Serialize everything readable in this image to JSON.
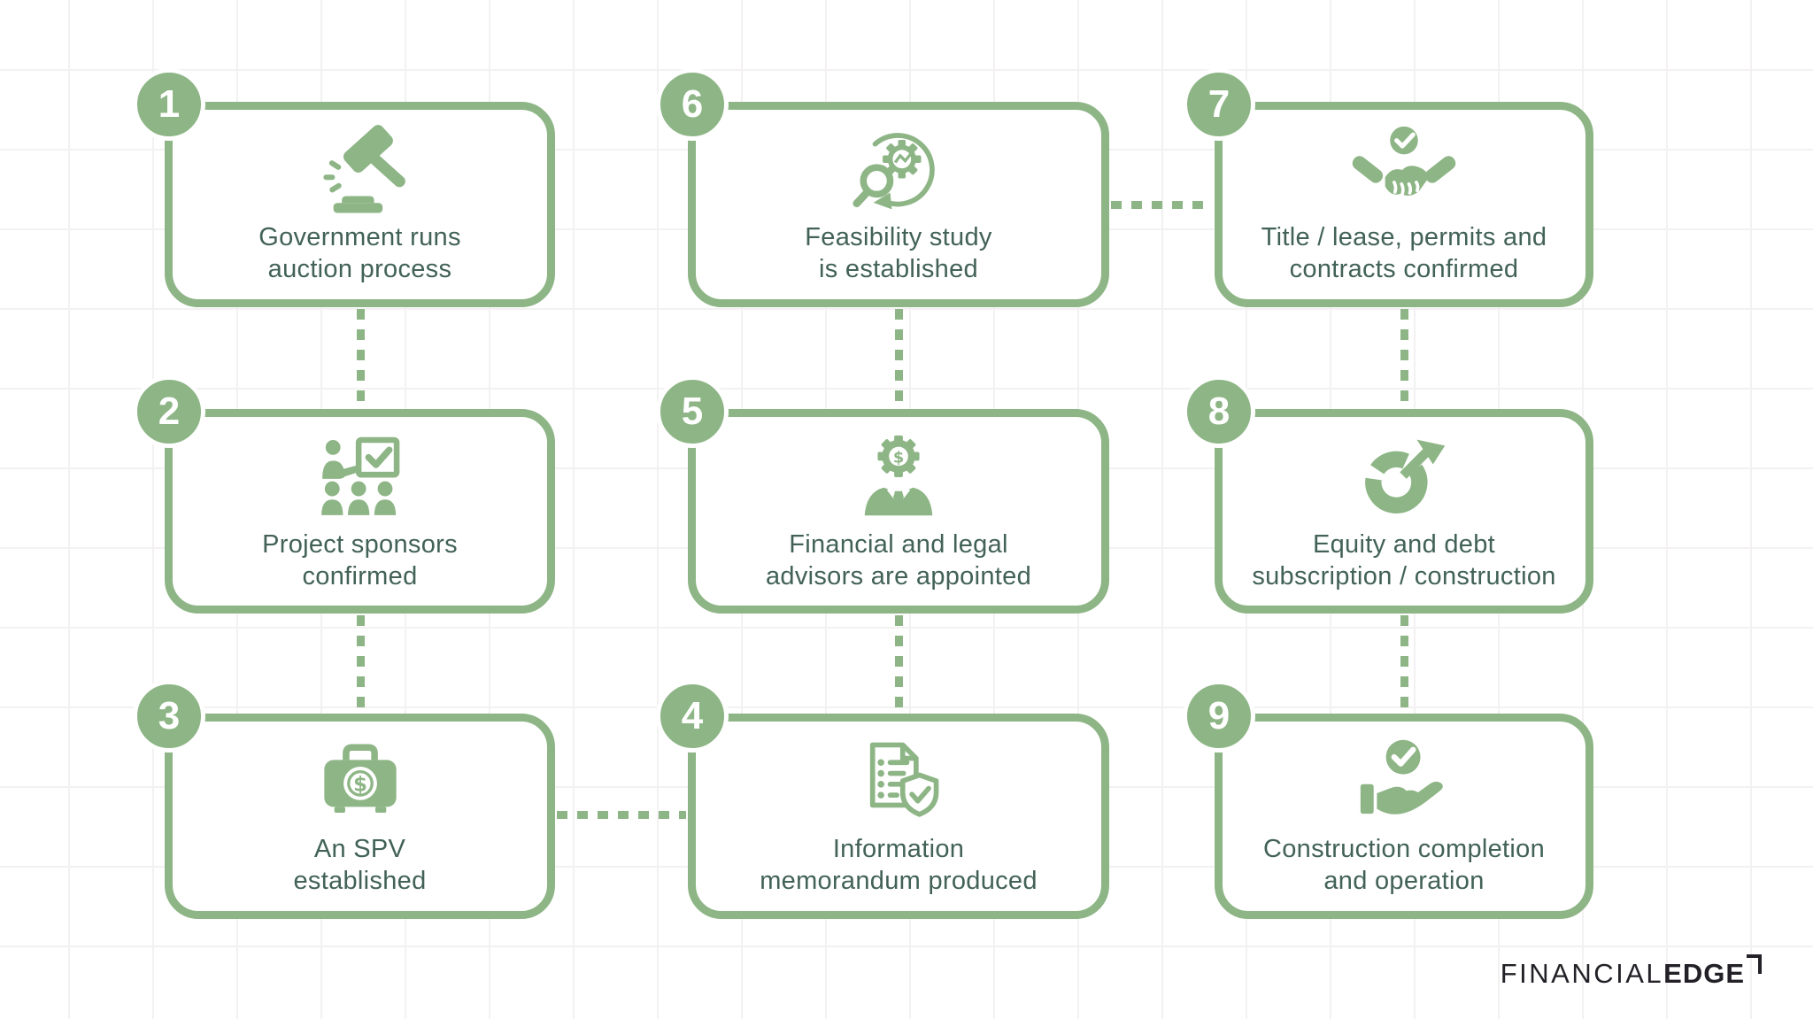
{
  "theme": {
    "accent_green": "#8db585",
    "text_green": "#426257",
    "badge_text": "#ffffff",
    "grid_line": "#f3f1f2",
    "logo_color": "#232127",
    "background": "#ffffff"
  },
  "steps": [
    {
      "number": "1",
      "lines": [
        "Government runs",
        "auction process"
      ],
      "icon": "gavel-icon"
    },
    {
      "number": "2",
      "lines": [
        "Project sponsors",
        "confirmed"
      ],
      "icon": "presentation-approval-icon"
    },
    {
      "number": "3",
      "lines": [
        "An SPV",
        "established"
      ],
      "icon": "briefcase-money-icon"
    },
    {
      "number": "4",
      "lines": [
        "Information",
        "memorandum produced"
      ],
      "icon": "document-shield-icon"
    },
    {
      "number": "5",
      "lines": [
        "Financial and legal",
        "advisors are appointed"
      ],
      "icon": "financial-advisor-icon"
    },
    {
      "number": "6",
      "lines": [
        "Feasibility study",
        "is established"
      ],
      "icon": "feasibility-analysis-icon"
    },
    {
      "number": "7",
      "lines": [
        "Title / lease, permits and",
        "contracts confirmed"
      ],
      "icon": "handshake-check-icon"
    },
    {
      "number": "8",
      "lines": [
        "Equity and debt",
        "subscription / construction"
      ],
      "icon": "donut-chart-arrow-icon"
    },
    {
      "number": "9",
      "lines": [
        "Construction completion",
        "and operation"
      ],
      "icon": "hand-check-icon"
    }
  ],
  "logo": {
    "financial": "FINANCIAL",
    "edge": "EDGE"
  }
}
